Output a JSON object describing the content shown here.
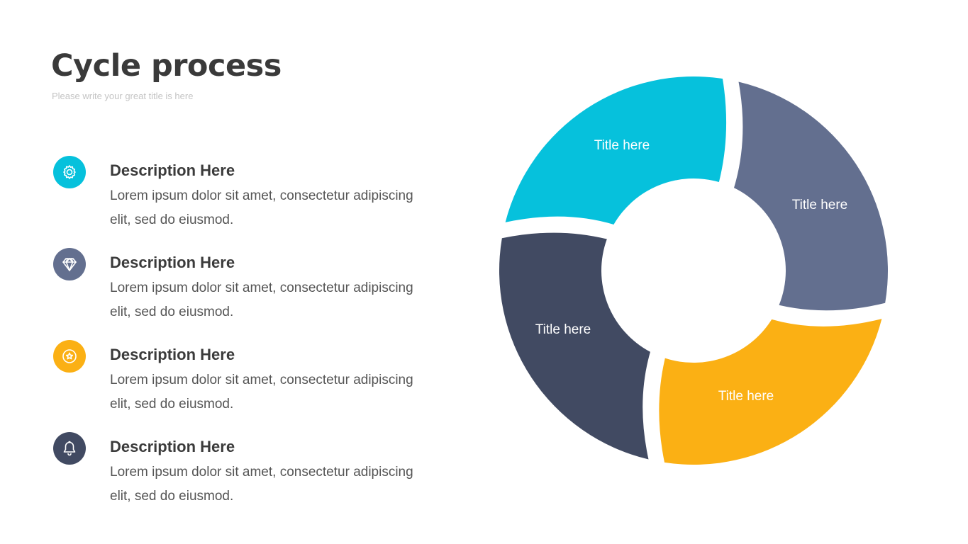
{
  "header": {
    "title": "Cycle process",
    "subtitle": "Please write your great title is here"
  },
  "items": [
    {
      "icon": "gear-icon",
      "color": "#06c1dc",
      "title": "Description Here",
      "body": "Lorem ipsum dolor sit amet, consectetur adipiscing elit, sed do eiusmod."
    },
    {
      "icon": "diamond-icon",
      "color": "#636f8f",
      "title": "Description Here",
      "body": "Lorem ipsum dolor sit amet, consectetur adipiscing elit, sed do eiusmod."
    },
    {
      "icon": "star-badge-icon",
      "color": "#fbb014",
      "title": "Description Here",
      "body": "Lorem ipsum dolor sit amet, consectetur adipiscing elit, sed do eiusmod."
    },
    {
      "icon": "bell-icon",
      "color": "#414a62",
      "title": "Description Here",
      "body": "Lorem ipsum dolor sit amet, consectetur adipiscing elit, sed do eiusmod."
    }
  ],
  "cycle": {
    "segments": [
      {
        "label": "Title here",
        "color": "#06c1dc"
      },
      {
        "label": "Title here",
        "color": "#636f8f"
      },
      {
        "label": "Title here",
        "color": "#fbb014"
      },
      {
        "label": "Title here",
        "color": "#414a62"
      }
    ]
  }
}
